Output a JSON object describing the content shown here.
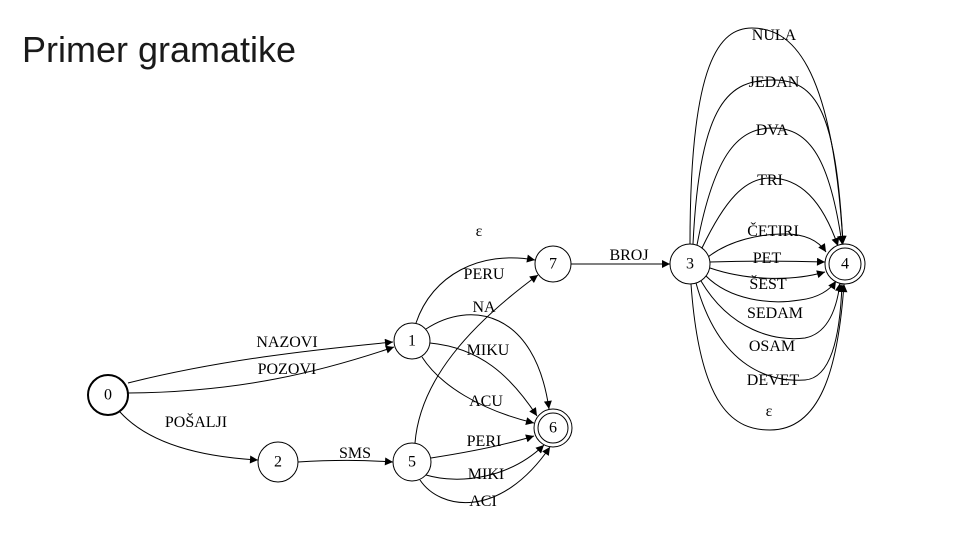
{
  "title": "Primer gramatike",
  "nodes": [
    {
      "id": "0",
      "label": "0",
      "start": true,
      "final": false
    },
    {
      "id": "1",
      "label": "1",
      "start": false,
      "final": false
    },
    {
      "id": "2",
      "label": "2",
      "start": false,
      "final": false
    },
    {
      "id": "5",
      "label": "5",
      "start": false,
      "final": false
    },
    {
      "id": "6",
      "label": "6",
      "start": false,
      "final": true
    },
    {
      "id": "7",
      "label": "7",
      "start": false,
      "final": false
    },
    {
      "id": "3",
      "label": "3",
      "start": false,
      "final": false
    },
    {
      "id": "4",
      "label": "4",
      "start": false,
      "final": true
    }
  ],
  "edges": [
    {
      "from": "0",
      "to": "1",
      "label": "NAZOVI"
    },
    {
      "from": "0",
      "to": "1",
      "label": "POZOVI"
    },
    {
      "from": "0",
      "to": "2",
      "label": "POŠALJI"
    },
    {
      "from": "1",
      "to": "7",
      "label": "ε"
    },
    {
      "from": "1",
      "to": "6",
      "label": "PERU"
    },
    {
      "from": "1",
      "to": "6",
      "label": "MIKU"
    },
    {
      "from": "1",
      "to": "6",
      "label": "ACU"
    },
    {
      "from": "2",
      "to": "5",
      "label": "SMS"
    },
    {
      "from": "5",
      "to": "7",
      "label": "NA"
    },
    {
      "from": "5",
      "to": "6",
      "label": "PERI"
    },
    {
      "from": "5",
      "to": "6",
      "label": "MIKI"
    },
    {
      "from": "5",
      "to": "6",
      "label": "ACI"
    },
    {
      "from": "7",
      "to": "3",
      "label": "BROJ"
    },
    {
      "from": "3",
      "to": "4",
      "label": "NULA"
    },
    {
      "from": "3",
      "to": "4",
      "label": "JEDAN"
    },
    {
      "from": "3",
      "to": "4",
      "label": "DVA"
    },
    {
      "from": "3",
      "to": "4",
      "label": "TRI"
    },
    {
      "from": "3",
      "to": "4",
      "label": "ČETIRI"
    },
    {
      "from": "3",
      "to": "4",
      "label": "PET"
    },
    {
      "from": "3",
      "to": "4",
      "label": "ŠEST"
    },
    {
      "from": "3",
      "to": "4",
      "label": "SEDAM"
    },
    {
      "from": "3",
      "to": "4",
      "label": "OSAM"
    },
    {
      "from": "3",
      "to": "4",
      "label": "DEVET"
    },
    {
      "from": "3",
      "to": "4",
      "label": "ε"
    }
  ]
}
